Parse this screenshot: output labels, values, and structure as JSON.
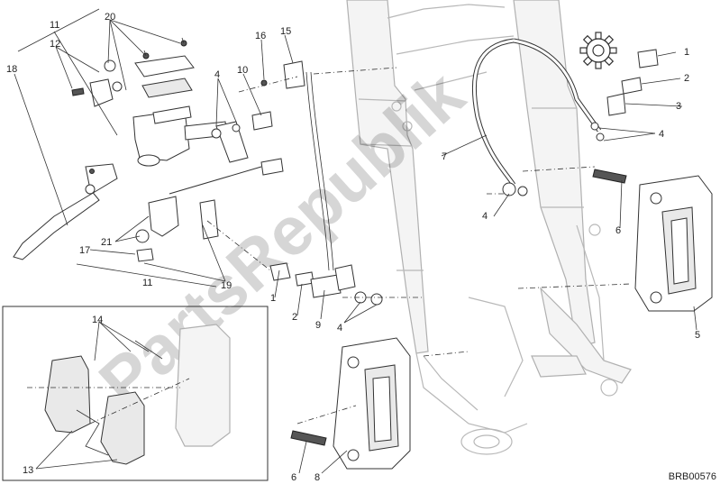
{
  "diagram": {
    "drawing_code": "BRB00576",
    "watermark": "PartsRepublik",
    "callouts": [
      "1",
      "2",
      "3",
      "4",
      "4",
      "4",
      "4",
      "5",
      "6",
      "6",
      "7",
      "8",
      "9",
      "10",
      "11",
      "11",
      "12",
      "13",
      "14",
      "15",
      "16",
      "17",
      "18",
      "19",
      "20",
      "21"
    ]
  },
  "colors": {
    "line": "#333333",
    "ghost": "#b8b8b8",
    "watermark": "#000000"
  },
  "icons": [
    "gear-icon"
  ]
}
